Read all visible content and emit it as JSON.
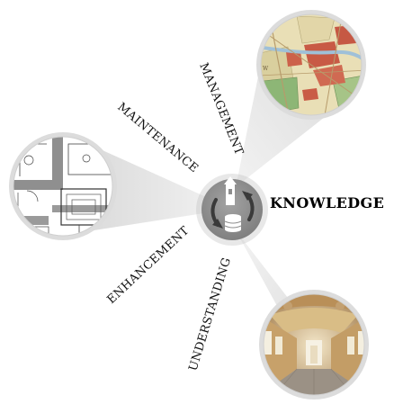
{
  "labels": {
    "maintenance": "MAINTENANCE",
    "management": "MANAGEMENT",
    "knowledge": "KNOWLEDGE",
    "enhancement": "ENHANCEMENT",
    "understanding": "UNDERSTANDING"
  },
  "colors": {
    "hub": "#8e8e8e",
    "hub_dark": "#6f6f6f",
    "beam": "#e4e4e4",
    "rim": "#d7d7d7",
    "map_base": "#e9dfb6",
    "map_red": "#c85a45",
    "map_green": "#7ea466",
    "map_blue": "#9fc0d8",
    "hall_gold": "#c9a76b",
    "hall_ceiling": "#b98f58"
  },
  "icons": {
    "hub": "building-database-cycle-icon"
  }
}
